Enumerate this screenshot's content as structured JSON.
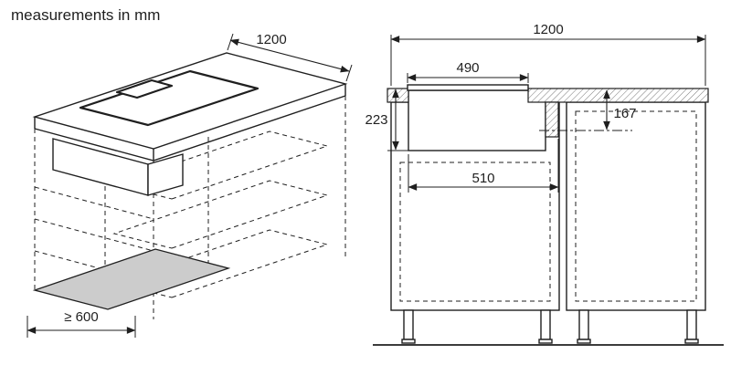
{
  "title": "measurements in mm",
  "colors": {
    "line": "#1f1f1f",
    "hatch": "#777777",
    "shade_fill": "#cccccc"
  },
  "isometric_view": {
    "dim_width": "1200",
    "dim_min_depth": "≥ 600"
  },
  "elevation_view": {
    "dim_total_width": "1200",
    "dim_hob_top_width": "490",
    "dim_install_depth": "223",
    "dim_outlet_center": "167",
    "dim_hob_body_width": "510"
  }
}
